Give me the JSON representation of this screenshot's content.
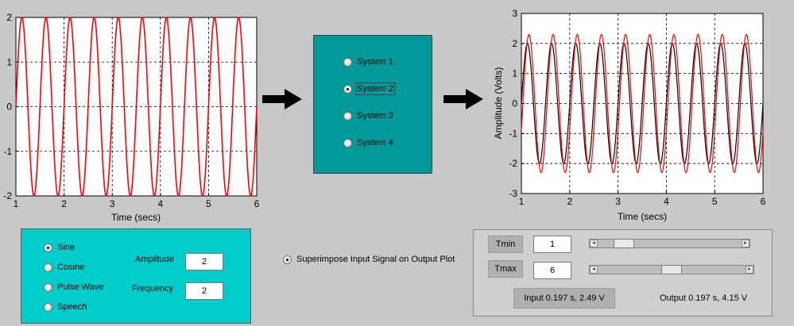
{
  "input_plot": {
    "xlabel": "Time (secs)",
    "ylabel": "",
    "xticks": [
      "1",
      "2",
      "3",
      "4",
      "5",
      "6"
    ],
    "yticks": [
      "-2",
      "-1",
      "0",
      "1",
      "2"
    ]
  },
  "output_plot": {
    "xlabel": "Time (secs)",
    "ylabel": "Amplitude (Volts)",
    "xticks": [
      "1",
      "2",
      "3",
      "4",
      "5",
      "6"
    ],
    "yticks": [
      "-3",
      "-2",
      "-1",
      "0",
      "1",
      "2",
      "3"
    ]
  },
  "system_panel": {
    "options": [
      {
        "label": "System 1",
        "selected": false
      },
      {
        "label": "System 2",
        "selected": true
      },
      {
        "label": "System 3",
        "selected": false
      },
      {
        "label": "System 4",
        "selected": false
      }
    ]
  },
  "signal_panel": {
    "options": [
      {
        "label": "Sine",
        "selected": true
      },
      {
        "label": "Cosine",
        "selected": false
      },
      {
        "label": "Pulse Wave",
        "selected": false
      },
      {
        "label": "Speech",
        "selected": false
      }
    ],
    "amplitude_label": "Amplitude",
    "amplitude_value": "2",
    "frequency_label": "Frequency",
    "frequency_value": "2"
  },
  "superimpose": {
    "label": "Superimpose Input Signal on Output Plot",
    "selected": true
  },
  "time_panel": {
    "tmin_label": "Tmin",
    "tmin_value": "1",
    "tmax_label": "Tmax",
    "tmax_value": "6",
    "tmin_slider_fraction": 0.13,
    "tmax_slider_fraction": 0.5,
    "input_readout": "Input 0.197 s, 2.49 V",
    "output_readout": "Output 0.197 s, 4.15 V"
  },
  "chart_data": [
    {
      "type": "line",
      "x_range": [
        1,
        6
      ],
      "ylim": [
        -2,
        2
      ],
      "xlabel": "Time (secs)",
      "grid": true,
      "series": [
        {
          "color": "#ff0000",
          "function": "2*sin(2*pi*2*t)",
          "amplitude": 2,
          "frequency_hz": 2
        }
      ]
    },
    {
      "type": "line",
      "x_range": [
        1,
        6
      ],
      "ylim": [
        -3,
        3
      ],
      "xlabel": "Time (secs)",
      "ylabel": "Amplitude (Volts)",
      "grid": true,
      "series": [
        {
          "color": "#000000",
          "function": "2*sin(2*pi*2*t)",
          "amplitude": 2,
          "frequency_hz": 2
        },
        {
          "color": "#ff0000",
          "function": "2.3*sin(2*pi*2*t - 0.4)",
          "amplitude": 2.3,
          "frequency_hz": 2
        }
      ]
    }
  ],
  "colors": {
    "accent_panel": "#00cccc",
    "system_panel": "#009a9a",
    "signal": "#ff0000"
  }
}
